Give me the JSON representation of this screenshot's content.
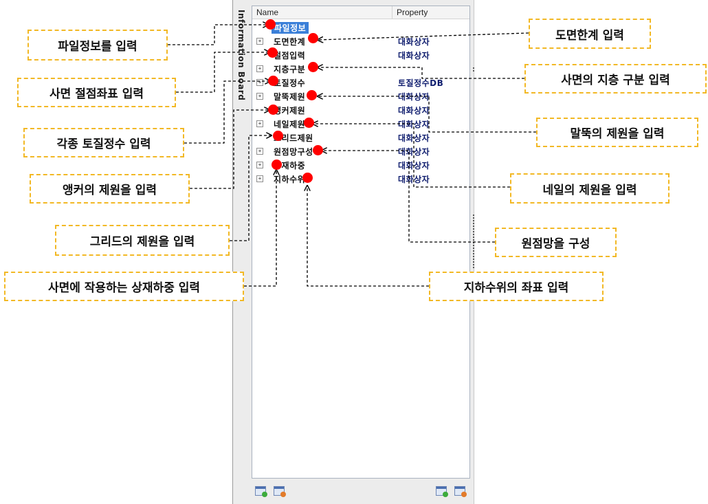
{
  "panel": {
    "side_label": "Information Board"
  },
  "tree": {
    "headers": {
      "name": "Name",
      "property": "Property"
    },
    "rows": [
      {
        "name": "파일정보",
        "property": "",
        "expander": "",
        "selected": true
      },
      {
        "name": "도면한계",
        "property": "대화상자",
        "expander": "+"
      },
      {
        "name": "절점입력",
        "property": "대화상자",
        "expander": ""
      },
      {
        "name": "지층구분",
        "property": "",
        "expander": "+"
      },
      {
        "name": "토질정수",
        "property": "토질정수DB",
        "expander": "+"
      },
      {
        "name": "말뚝제원",
        "property": "대화상자",
        "expander": "+"
      },
      {
        "name": "앵커제원",
        "property": "대화상자",
        "expander": ""
      },
      {
        "name": "네일제원",
        "property": "대화상자",
        "expander": "+"
      },
      {
        "name": "그리드제원",
        "property": "대화상자",
        "expander": ""
      },
      {
        "name": "원점망구성",
        "property": "대화상자",
        "expander": "+"
      },
      {
        "name": "상재하중",
        "property": "대화상자",
        "expander": "+"
      },
      {
        "name": "지하수위",
        "property": "대화상자",
        "expander": "+"
      }
    ]
  },
  "callouts": {
    "file_info": "파일정보를 입력",
    "slope_nodes": "사면 절점좌표 입력",
    "soil_params": "각종 토질정수 입력",
    "anchor": "앵커의 제원을 입력",
    "grid": "그리드의 제원을 입력",
    "surcharge": "사면에 작용하는 상재하중 입력",
    "drawing_limit": "도면한계 입력",
    "layers": "사면의 지층 구분 입력",
    "pile": "말뚝의 제원을 입력",
    "nail": "네일의 제원을 입력",
    "origin_grid": "원점망을 구성",
    "water_table": "지하수위의 좌표 입력"
  },
  "toolbar": {
    "icons": [
      "add-item-icon",
      "remove-item-icon",
      "add-property-icon",
      "remove-property-icon"
    ]
  },
  "colors": {
    "marker": "#ff0000",
    "callout_border": "#f2b824",
    "selection": "#3a7fd8",
    "property_text": "#0f1d6e"
  }
}
